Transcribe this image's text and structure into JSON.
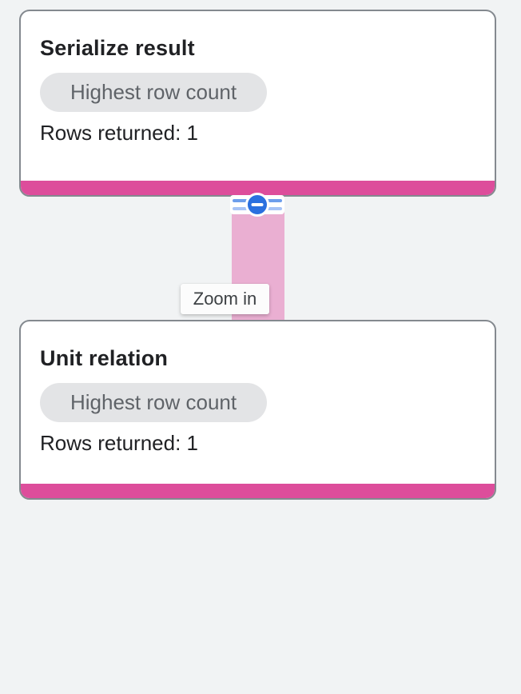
{
  "colors": {
    "background": "#F1F3F4",
    "accent_color": "#DD4D9B",
    "edge_color": "#EAAFD2",
    "collapse_button_color": "#2B70DF"
  },
  "nodes": [
    {
      "title": "Serialize result",
      "badge": "Highest row count",
      "rows_returned": "Rows returned: 1"
    },
    {
      "title": "Unit relation",
      "badge": "Highest row count",
      "rows_returned": "Rows returned: 1"
    }
  ],
  "collapse_icon": "minus-icon",
  "tooltip": {
    "label": "Zoom in"
  }
}
